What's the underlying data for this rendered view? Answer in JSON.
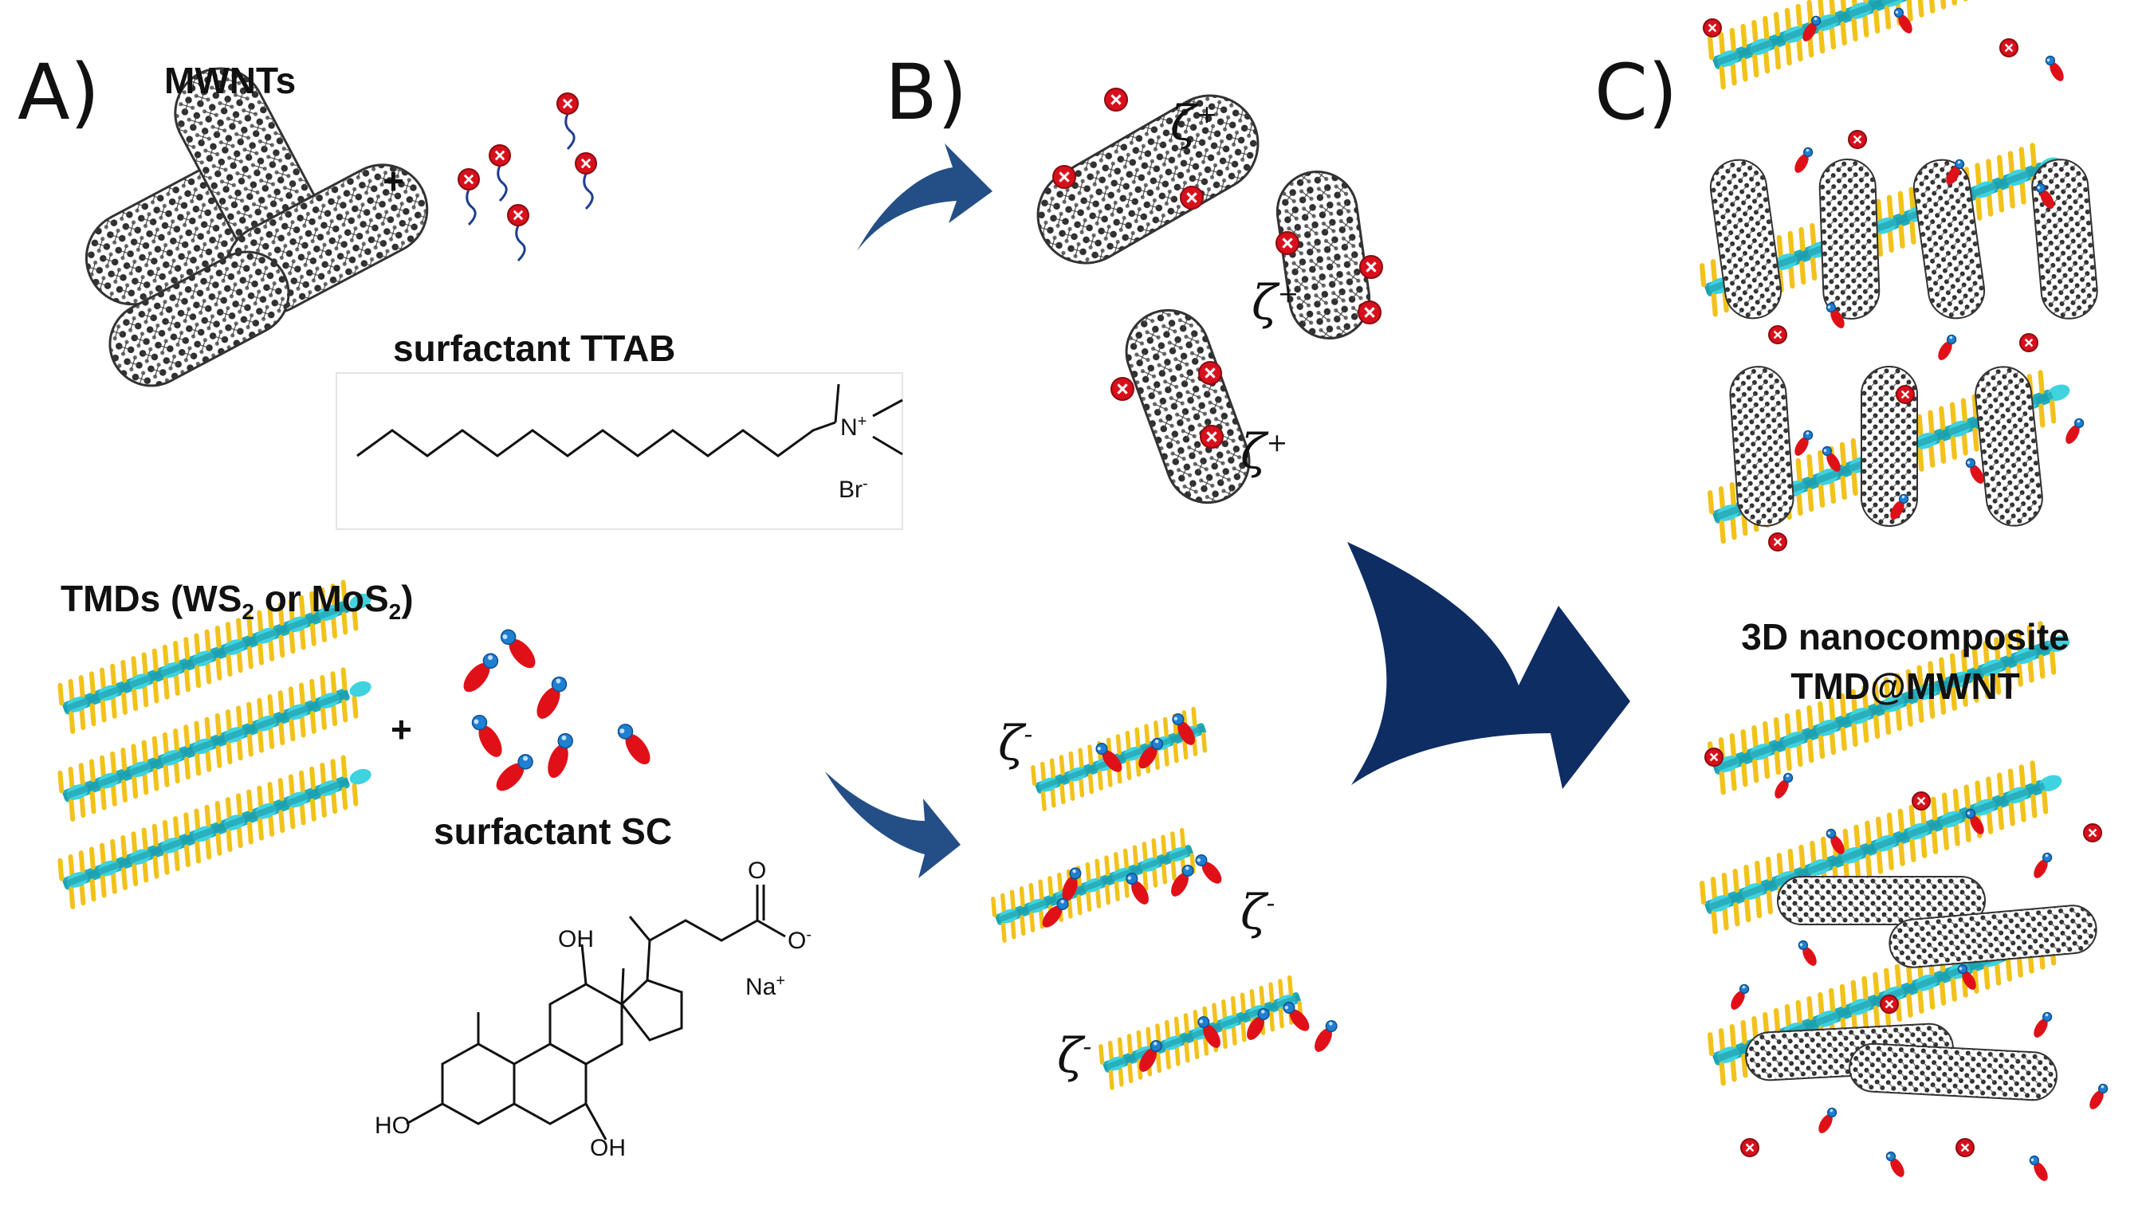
{
  "panels": {
    "a": "A)",
    "b": "B)",
    "c": "C)"
  },
  "labels": {
    "mwnts": "MWNTs",
    "ttab": "surfactant TTAB",
    "tmds_pre": "TMDs (WS",
    "tmds_sub1": "2",
    "tmds_mid": " or MoS",
    "tmds_sub2": "2",
    "tmds_post": ")",
    "sc": "surfactant SC",
    "composite_line1": "3D nanocomposite",
    "composite_line2": "TMD@MWNT",
    "plus1": "+",
    "plus2": "+"
  },
  "chem": {
    "nplus": "N",
    "nplus_sup": "+",
    "br": "Br",
    "br_sup": "-",
    "oh1": "OH",
    "oh2": "HO",
    "oh3": "OH",
    "o_top": "O",
    "o_minus": "O",
    "o_minus_sup": "-",
    "na": "Na",
    "na_sup": "+"
  },
  "zeta": {
    "symbol": "ζ",
    "plus": "+",
    "minus": "-"
  },
  "colors": {
    "carbon": "#3d3d3d",
    "cation": "#d8101c",
    "anion_head": "#1f7fd0",
    "anion_body": "#e01018",
    "sulfur": "#f2c21a",
    "metal": "#22aebd",
    "arrow_small": "#234f86",
    "arrow_big": "#0d2d63",
    "tail": "#1e3f8f"
  }
}
